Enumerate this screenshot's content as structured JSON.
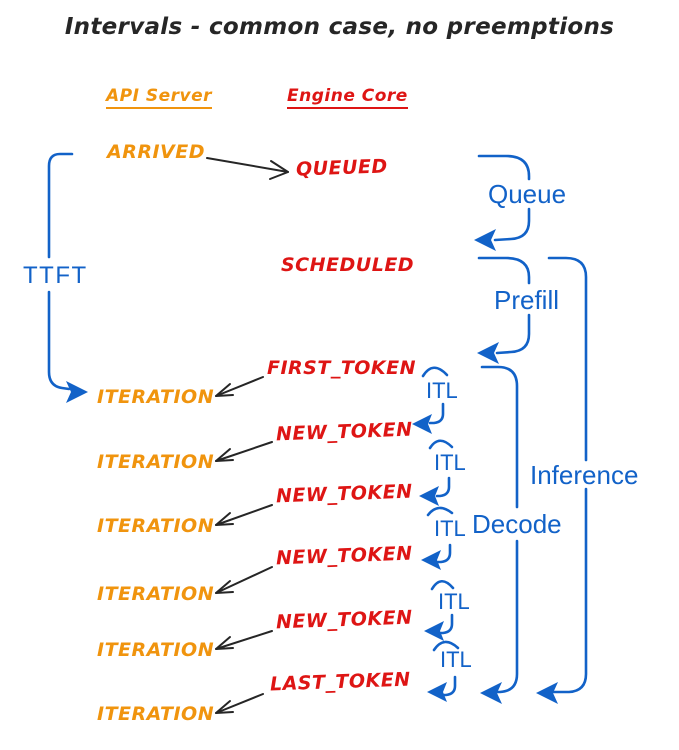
{
  "title": "Intervals - common case, no preemptions",
  "columns": {
    "api_server": "API Server",
    "engine_core": "Engine Core"
  },
  "api_events": {
    "arrived": "ARRIVED",
    "iterations": [
      "ITERATION",
      "ITERATION",
      "ITERATION",
      "ITERATION",
      "ITERATION",
      "ITERATION"
    ]
  },
  "engine_events": {
    "queued": "QUEUED",
    "scheduled": "SCHEDULED",
    "tokens": [
      "FIRST_TOKEN",
      "NEW_TOKEN",
      "NEW_TOKEN",
      "NEW_TOKEN",
      "NEW_TOKEN",
      "LAST_TOKEN"
    ]
  },
  "intervals": {
    "ttft": "TTFT",
    "queue": "Queue",
    "prefill": "Prefill",
    "itl_labels": [
      "ITL",
      "ITL",
      "ITL",
      "ITL",
      "ITL"
    ],
    "decode": "Decode",
    "inference": "Inference"
  },
  "colors": {
    "api_orange": "#f0940e",
    "engine_red": "#de1514",
    "interval_blue": "#1262c8",
    "arrow_black": "#262626",
    "background": "#ffffff"
  }
}
